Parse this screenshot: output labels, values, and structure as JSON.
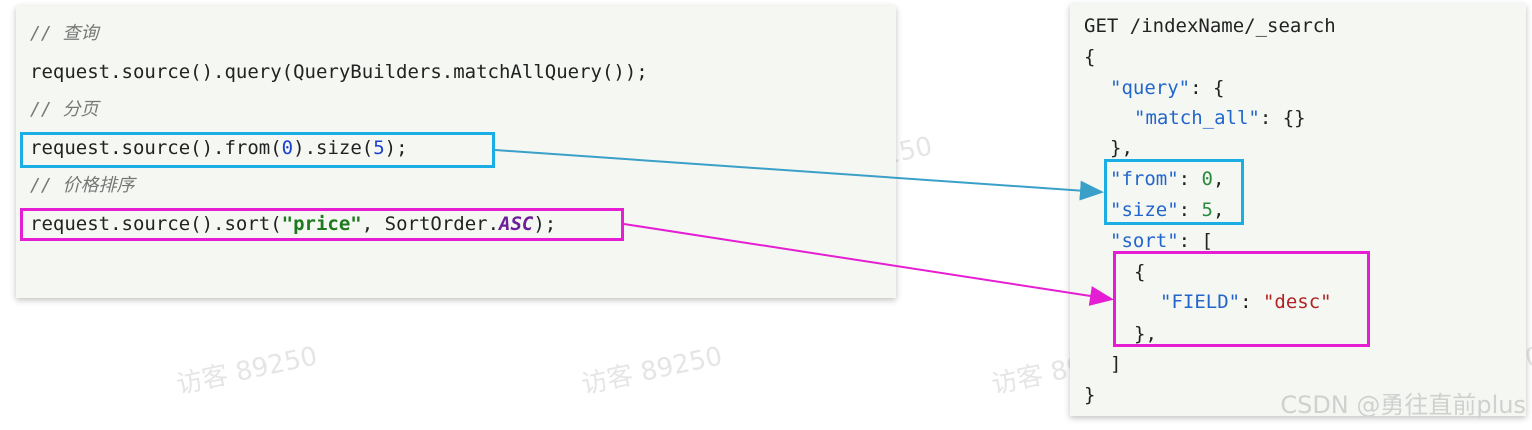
{
  "java_code": {
    "comment_query": "// 查询",
    "line_query": "request.source().query(QueryBuilders.matchAllQuery());",
    "comment_page": "// 分页",
    "line_page_prefix": "request.source().from(",
    "line_page_from": "0",
    "line_page_mid": ").size(",
    "line_page_size": "5",
    "line_page_suffix": ");",
    "comment_sort": "// 价格排序",
    "line_sort_prefix": "request.source().sort(",
    "line_sort_field": "\"price\"",
    "line_sort_mid": ", SortOrder.",
    "line_sort_order": "ASC",
    "line_sort_suffix": ");"
  },
  "json_dsl": {
    "request_line": "GET /indexName/_search",
    "open_brace": "{",
    "query_key": "\"query\"",
    "query_open": ": {",
    "match_all_key": "\"match_all\"",
    "match_all_val": ": {}",
    "query_close": "},",
    "from_key": "\"from\"",
    "from_sep": ": ",
    "from_val": "0",
    "from_comma": ",",
    "size_key": "\"size\"",
    "size_sep": ": ",
    "size_val": "5",
    "size_comma": ",",
    "sort_key": "\"sort\"",
    "sort_open": ": [",
    "sort_item_open": "{",
    "field_key": "\"FIELD\"",
    "field_sep": ": ",
    "field_val": "\"desc\"",
    "sort_item_close": "},",
    "sort_close": "]",
    "close_brace": "}"
  },
  "watermark_text": "访客 89250",
  "credit": "CSDN @勇往直前plus",
  "colors": {
    "highlight_blue": "#1aaee5",
    "highlight_pink": "#e61ed3",
    "panel_bg": "#f5f7f3"
  }
}
